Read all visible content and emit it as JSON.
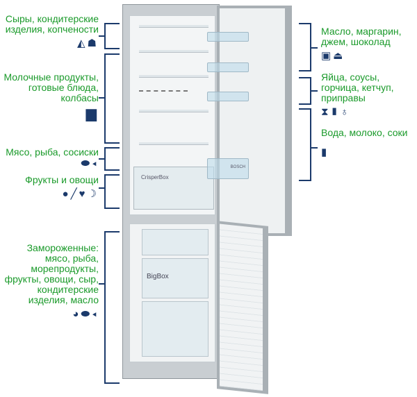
{
  "left_labels": [
    {
      "text": "Сыры, кондитерские изделия, копчености",
      "icons": [
        "cheese-icon",
        "croissant-icon"
      ]
    },
    {
      "text": "Молочные продукты, готовые блюда, колбасы",
      "icons": [
        "pot-icon"
      ]
    },
    {
      "text": "Мясо, рыба, сосиски",
      "icons": [
        "fish-icon"
      ]
    },
    {
      "text": "Фрукты и овощи",
      "icons": [
        "apple-icon",
        "carrot-icon",
        "pepper-icon",
        "banana-icon"
      ]
    },
    {
      "text": "Замороженные: мясо, рыба, морепродукты, фрукты, овощи, сыр, кондитерские изделия, масло",
      "icons": [
        "ham-icon",
        "fish-icon"
      ]
    }
  ],
  "right_labels": [
    {
      "text": "Масло, маргарин, джем, шоколад",
      "icons": [
        "jar-icon",
        "butter-dish-icon"
      ]
    },
    {
      "text": "Яйца, соусы, горчица, кетчуп, приправы",
      "icons": [
        "egg-icon",
        "bottle-icon",
        "sauce-bottle-icon"
      ]
    },
    {
      "text": "Вода, молоко, соки",
      "icons": [
        "milk-can-icon"
      ]
    }
  ],
  "fridge": {
    "crisper_label": "CrisperBox",
    "freezer_label": "BigBox",
    "brand": "BOSCH"
  },
  "colors": {
    "label": "#1a9a2a",
    "icon": "#1b3a6b"
  }
}
